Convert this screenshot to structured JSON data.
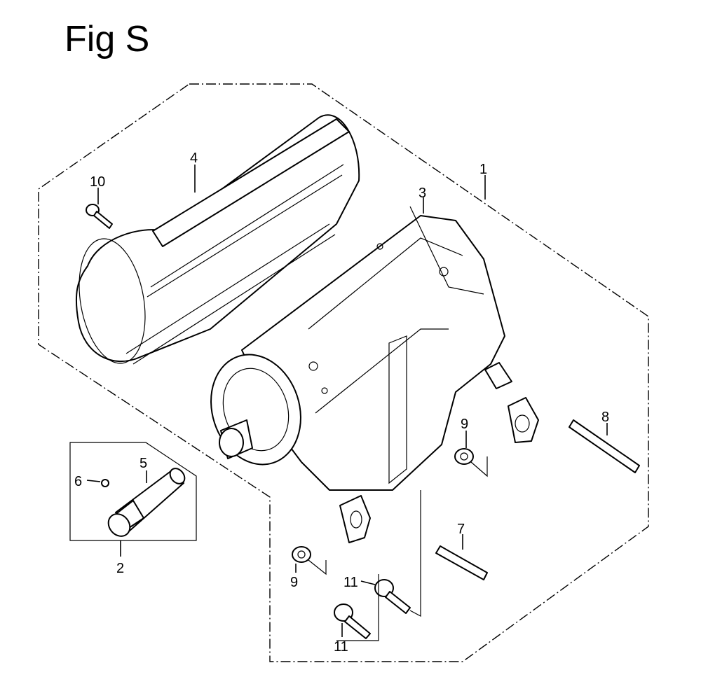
{
  "figure": {
    "title": "Fig S"
  },
  "callouts": [
    {
      "id": "c1",
      "label": "1"
    },
    {
      "id": "c2",
      "label": "2"
    },
    {
      "id": "c3",
      "label": "3"
    },
    {
      "id": "c4",
      "label": "4"
    },
    {
      "id": "c5",
      "label": "5"
    },
    {
      "id": "c6",
      "label": "6"
    },
    {
      "id": "c7",
      "label": "7"
    },
    {
      "id": "c8",
      "label": "8"
    },
    {
      "id": "c9a",
      "label": "9"
    },
    {
      "id": "c9b",
      "label": "9"
    },
    {
      "id": "c10",
      "label": "10"
    },
    {
      "id": "c11a",
      "label": "11"
    },
    {
      "id": "c11b",
      "label": "11"
    }
  ]
}
